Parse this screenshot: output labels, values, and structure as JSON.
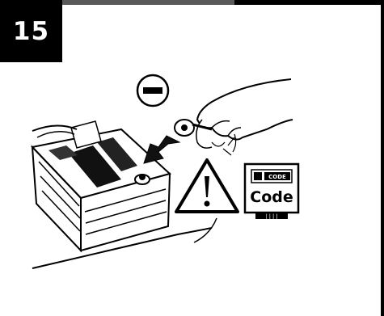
{
  "step": {
    "number": "15"
  },
  "illustration": {
    "minus_symbol": "−",
    "code_label": "Code",
    "code_badge_top": "CODE",
    "code_badge_bottom": "||||"
  }
}
